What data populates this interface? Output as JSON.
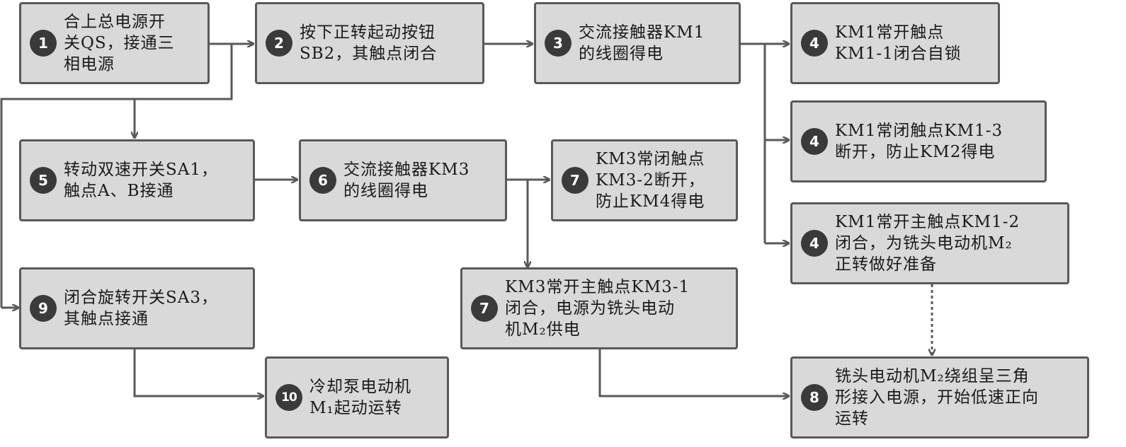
{
  "colors": {
    "box_fill": "#d9d9d9",
    "box_border": "#595959",
    "line": "#595959",
    "badge": "#3a3a3a"
  },
  "steps": [
    {
      "id": "s1",
      "num": "1",
      "text": "合上总电源开\n关QS，接通三\n相电源"
    },
    {
      "id": "s2",
      "num": "2",
      "text": "按下正转起动按钮\nSB2，其触点闭合"
    },
    {
      "id": "s3",
      "num": "3",
      "text": "交流接触器KM1\n的线圈得电"
    },
    {
      "id": "s4a",
      "num": "4",
      "text": "KM1常开触点\nKM1-1闭合自锁"
    },
    {
      "id": "s4b",
      "num": "4",
      "text": "KM1常闭触点KM1-3\n断开，防止KM2得电"
    },
    {
      "id": "s4c",
      "num": "4",
      "text": "KM1常开主触点KM1-2\n闭合，为铣头电动机M₂\n正转做好准备"
    },
    {
      "id": "s5",
      "num": "5",
      "text": "转动双速开关SA1，\n触点A、B接通"
    },
    {
      "id": "s6",
      "num": "6",
      "text": "交流接触器KM3\n的线圈得电"
    },
    {
      "id": "s7a",
      "num": "7",
      "text": "KM3常闭触点\nKM3-2断开，\n防止KM4得电"
    },
    {
      "id": "s7b",
      "num": "7",
      "text": "KM3常开主触点KM3-1\n闭合，电源为铣头电动\n机M₂供电"
    },
    {
      "id": "s8",
      "num": "8",
      "text": "铣头电动机M₂绕组呈三角\n形接入电源，开始低速正向\n运转"
    },
    {
      "id": "s9",
      "num": "9",
      "text": "闭合旋转开关SA3，\n其触点接通"
    },
    {
      "id": "s10",
      "num": "10",
      "text": "冷却泵电动机\nM₁起动运转"
    }
  ]
}
